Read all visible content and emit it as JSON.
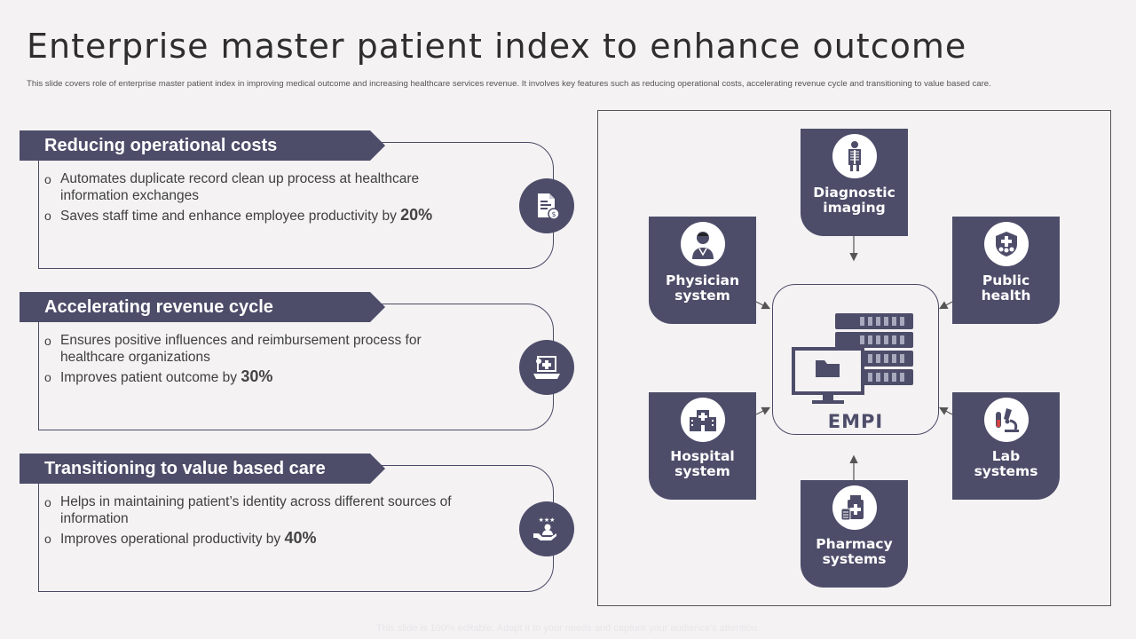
{
  "title": "Enterprise master patient index to enhance outcome",
  "subtitle": "This slide covers role of enterprise master patient index in improving medical outcome and increasing healthcare services revenue. It involves key  features such as  reducing operational costs, accelerating revenue cycle and transitioning to value based care.",
  "panels": [
    {
      "heading": "Reducing operational costs",
      "icon": "document-dollar-icon",
      "b1": "Automates duplicate record clean up process at healthcare information exchanges",
      "b2": "Saves staff time and enhance  employee productivity  by",
      "b2_pct": "20%"
    },
    {
      "heading": "Accelerating revenue cycle",
      "icon": "laptop-medical-icon",
      "b1": "Ensures positive influences  and reimbursement process for healthcare  organizations",
      "b2": "Improves patient outcome by",
      "b2_pct": "30%"
    },
    {
      "heading": "Transitioning to value based care",
      "icon": "hand-care-icon",
      "b1": "Helps in maintaining patient’s identity across different sources of information",
      "b2": "Improves  operational productivity  by",
      "b2_pct": "40%"
    }
  ],
  "diagram": {
    "center": "EMPI",
    "nodes": {
      "diagnostic": [
        "Diagnostic",
        "imaging"
      ],
      "physician": [
        "Physician",
        "system"
      ],
      "public": [
        "Public",
        "health"
      ],
      "hospital": [
        "Hospital",
        "system"
      ],
      "lab": [
        "Lab",
        "systems"
      ],
      "pharmacy": [
        "Pharmacy",
        "systems"
      ]
    }
  },
  "footer": "This slide is 100% editable. Adapt it to your needs and capture your audience's attention.",
  "colors": {
    "accent": "#4d4d6a",
    "background": "#f4f2f3"
  }
}
